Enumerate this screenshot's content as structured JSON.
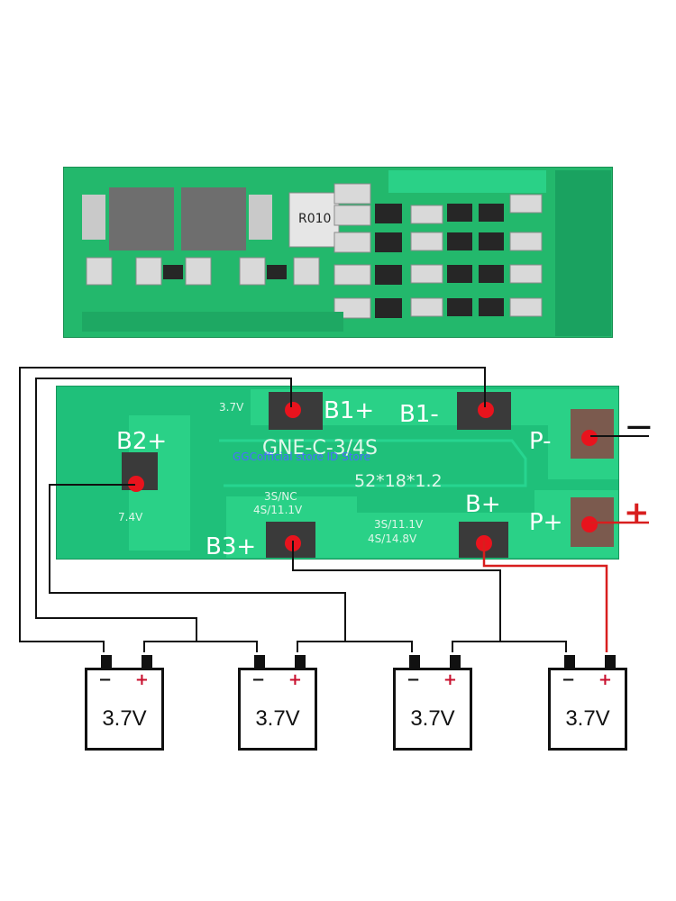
{
  "photo_board": {
    "resistor_marking": "R010"
  },
  "board": {
    "labels": {
      "b1_plus": "B1+",
      "b1_minus": "B1-",
      "b2_plus": "B2+",
      "b3_plus": "B3+",
      "b_plus": "B+",
      "p_minus": "P-",
      "p_plus": "P+"
    },
    "silkscreen": {
      "v37": "3.7V",
      "v74": "7.4V",
      "model": "GNE-C-3/4S",
      "size": "52*18*1.2",
      "b3_mode_a": "3S/NC",
      "b3_mode_b": "4S/11.1V",
      "bplus_mode_a": "3S/11.1V",
      "bplus_mode_b": "4S/14.8V"
    },
    "watermark": "GGCofficial store ID Store"
  },
  "external": {
    "minus_sign": "−",
    "plus_sign": "+"
  },
  "batteries": [
    {
      "minus": "−",
      "plus": "+",
      "voltage": "3.7V"
    },
    {
      "minus": "−",
      "plus": "+",
      "voltage": "3.7V"
    },
    {
      "minus": "−",
      "plus": "+",
      "voltage": "3.7V"
    },
    {
      "minus": "−",
      "plus": "+",
      "voltage": "3.7V"
    }
  ],
  "colors": {
    "pcb": "#1fc07a",
    "pad": "#3a3a3a",
    "dot": "#e8131d",
    "positive_wire": "#d81e1e",
    "wire": "#111111"
  }
}
